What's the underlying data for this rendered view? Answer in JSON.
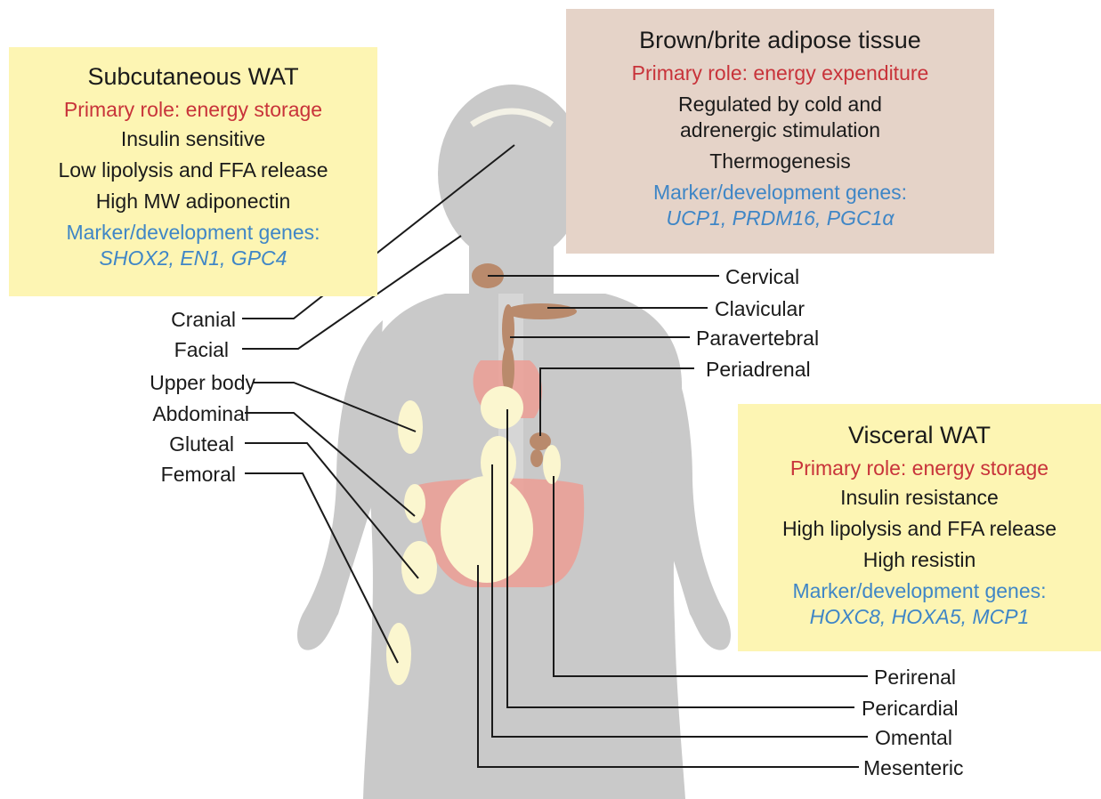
{
  "subcutaneous_box": {
    "title": "Subcutaneous WAT",
    "role": "Primary role: energy storage",
    "lines": [
      "Insulin sensitive",
      "Low lipolysis and FFA release",
      "High MW adiponectin"
    ],
    "marker_label": "Marker/development genes:",
    "genes": "SHOX2, EN1, GPC4"
  },
  "brown_box": {
    "title": "Brown/brite adipose tissue",
    "role": "Primary role: energy expenditure",
    "lines": [
      "Regulated by cold and",
      "adrenergic stimulation",
      "Thermogenesis"
    ],
    "marker_label": "Marker/development genes:",
    "genes": "UCP1, PRDM16, PGC1α"
  },
  "visceral_box": {
    "title": "Visceral WAT",
    "role": "Primary role: energy storage",
    "lines": [
      "Insulin resistance",
      "High lipolysis and FFA release",
      "High resistin"
    ],
    "marker_label": "Marker/development genes:",
    "genes": "HOXC8, HOXA5, MCP1"
  },
  "left_labels": [
    "Cranial",
    "Facial",
    "Upper body",
    "Abdominal",
    "Gluteal",
    "Femoral"
  ],
  "right_labels_upper": [
    "Cervical",
    "Clavicular",
    "Paravertebral",
    "Periadrenal"
  ],
  "right_labels_lower": [
    "Perirenal",
    "Pericardial",
    "Omental",
    "Mesenteric"
  ],
  "colors": {
    "white_fat_box": "#fdf5b3",
    "brown_fat_box": "#e5d3c8",
    "role_text": "#c8333a",
    "gene_text": "#3f86c6",
    "body_silhouette": "#c9c9c9",
    "white_fat_depot": "#fbf6cf",
    "brown_fat_depot": "#b98a6c",
    "organ_pink": "#ec9d94"
  }
}
